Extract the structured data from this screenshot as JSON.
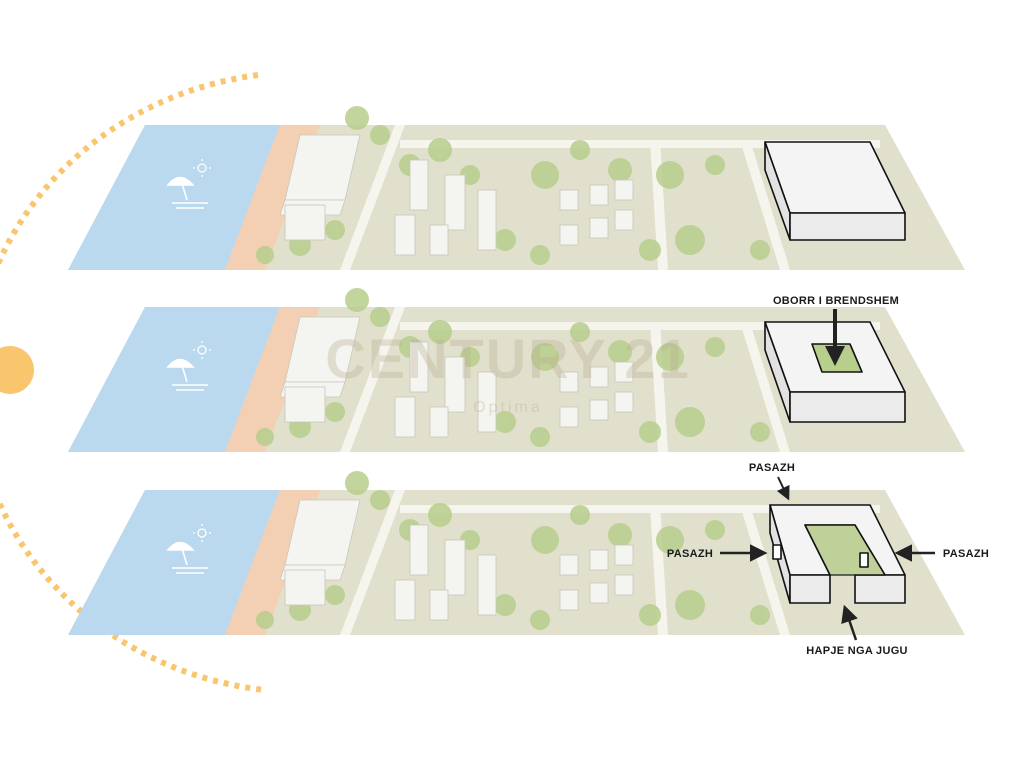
{
  "labels": {
    "courtyard": "OBORR I BRENDSHEM",
    "passage_top": "PASAZH",
    "passage_left": "PASAZH",
    "passage_right": "PASAZH",
    "south_opening": "HAPJE NGA JUGU"
  },
  "watermark": {
    "brand": "CENTURY 21",
    "sub": "Optima"
  },
  "icons": [
    "beach-umbrella-icon",
    "sun-icon",
    "waves-icon"
  ],
  "colors": {
    "water": "#b9d8ee",
    "sand": "#f3cfb3",
    "ground": "#dcdcc8",
    "tree": "#b9cf8e",
    "building": "#f1f1f1",
    "sun_arc": "#f9c66d"
  }
}
